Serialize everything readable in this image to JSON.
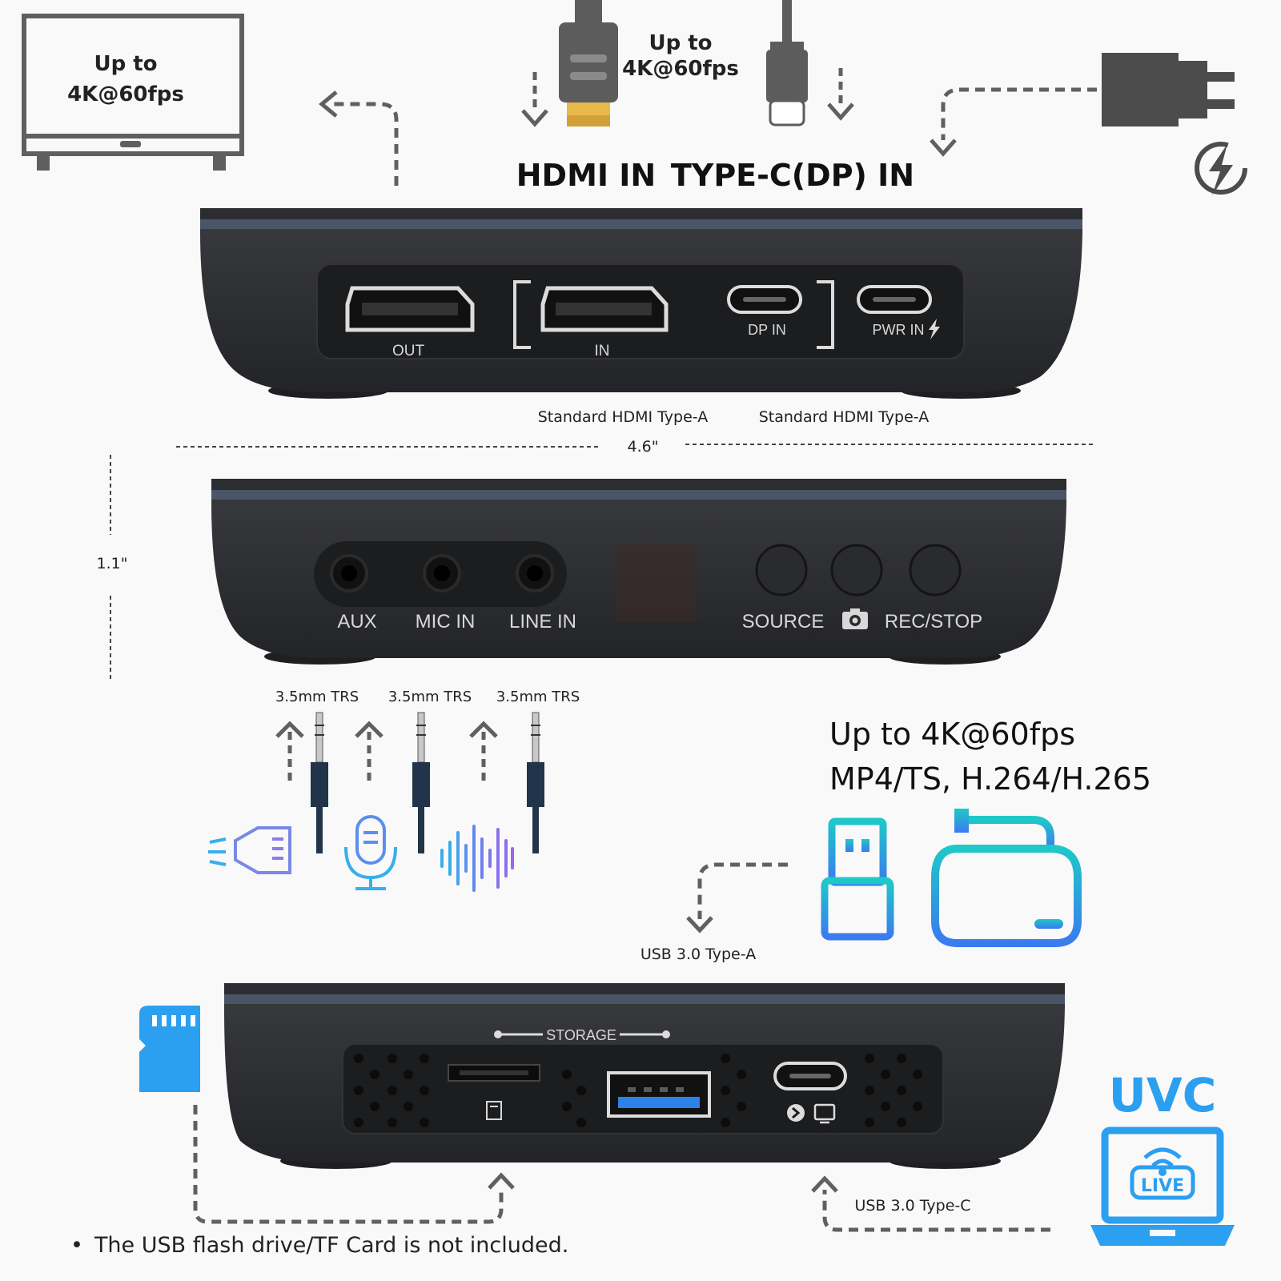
{
  "top": {
    "tv_text_line1": "Up to",
    "tv_text_line2": "4K@60fps",
    "hdmi_text_line1": "Up to",
    "hdmi_text_line2": "4K@60fps",
    "hdmi_in_heading": "HDMI IN",
    "typec_in_heading": "TYPE-C(DP) IN"
  },
  "rear_panel": {
    "out_port_label": "OUT",
    "in_port_label": "IN",
    "dp_in_label": "DP IN",
    "pwr_in_label": "PWR IN",
    "hdmi_type_left": "Standard HDMI Type-A",
    "hdmi_type_right": "Standard HDMI Type-A"
  },
  "dimensions": {
    "width": "4.6\"",
    "height": "1.1\""
  },
  "front_panel": {
    "aux_label": "AUX",
    "mic_label": "MIC IN",
    "line_label": "LINE IN",
    "source_label": "SOURCE",
    "rec_label": "REC/STOP"
  },
  "audio": {
    "trs_1": "3.5mm TRS",
    "trs_2": "3.5mm TRS",
    "trs_3": "3.5mm TRS"
  },
  "recording": {
    "line1": "Up to 4K@60fps",
    "line2": "MP4/TS, H.264/H.265"
  },
  "side_panel": {
    "storage_label": "STORAGE",
    "usb_a_label": "USB 3.0 Type-A",
    "usb_c_label": "USB 3.0 Type-C",
    "uvc_label": "UVC",
    "live_label": "LIVE"
  },
  "footnote": "The USB flash drive/TF Card is not included.",
  "colors": {
    "device_body": "#2d2e31",
    "device_panel": "#1c1d1f",
    "accent_stripe": "#4a5668",
    "icon_gray": "#5a5a5a",
    "blue": "#2b9ff0",
    "purple": "#8c7be8"
  }
}
